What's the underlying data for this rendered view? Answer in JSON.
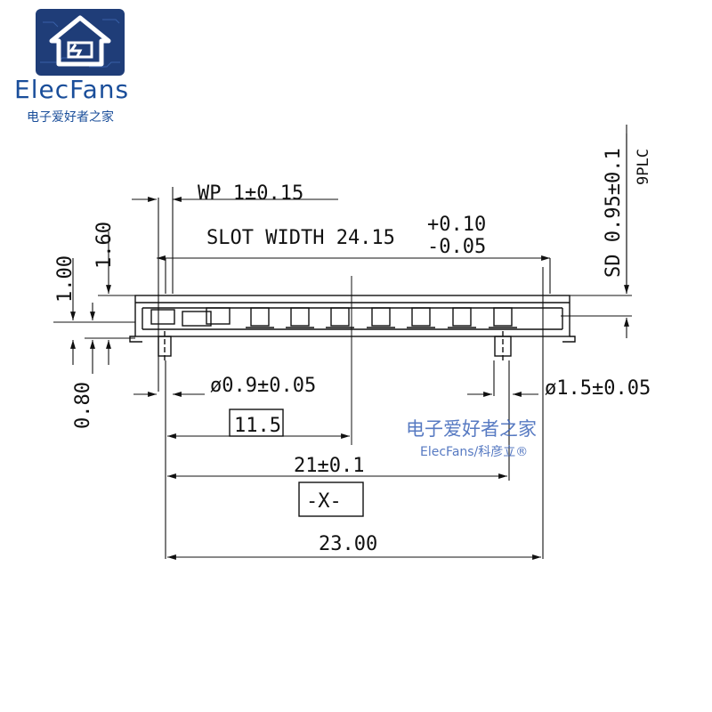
{
  "watermark": {
    "brand": "ElecFans",
    "brand_cn": "电子爱好者之家",
    "overlay_cn": "电子爱好者之家",
    "overlay_en": "ElecFans/科彦立®"
  },
  "dimensions": {
    "wp": "WP 1±0.15",
    "slot_width": "SLOT WIDTH 24.15",
    "slot_tol_plus": "+0.10",
    "slot_tol_minus": "-0.05",
    "sd": "SD 0.95±0.1",
    "plc": "9PLC",
    "d160": "1.60",
    "d100": "1.00",
    "d080": "0.80",
    "dia_small": "ø0.9±0.05",
    "dia_large": "ø1.5±0.05",
    "d115": "11.5",
    "d21": "21±0.1",
    "datum_x": "-X-",
    "d2300": "23.00"
  },
  "colors": {
    "logo_bg": "#1f3d78",
    "brand": "#1a4e9a",
    "watermark": "#3a63b8",
    "line": "#111111"
  }
}
